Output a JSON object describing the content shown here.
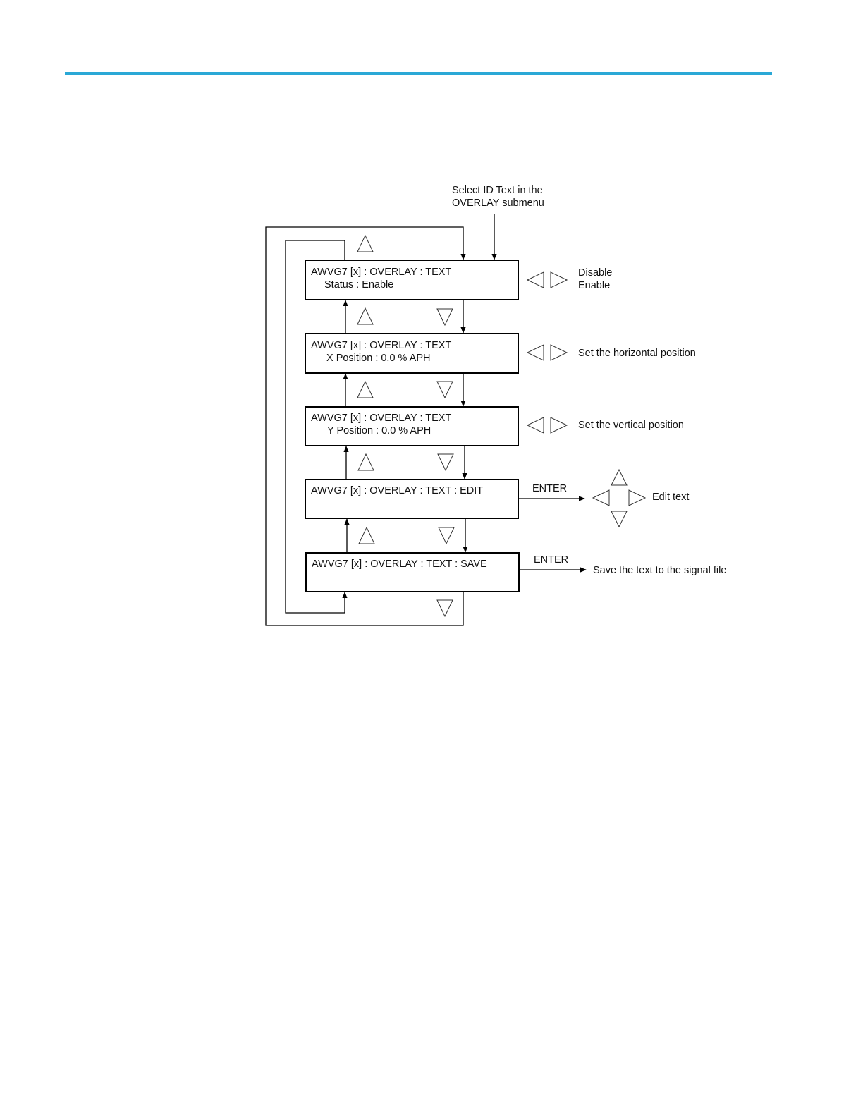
{
  "colors": {
    "rule": "#2aa8d6",
    "ink": "#000000"
  },
  "entry": {
    "line1": "Select ID Text in the",
    "line2": "OVERLAY submenu"
  },
  "screens": [
    {
      "line1": "AWVG7 [x] : OVERLAY : TEXT",
      "line2": "Status :  Enable"
    },
    {
      "line1": "AWVG7 [x] : OVERLAY : TEXT",
      "line2": "X Position : 0.0 % APH"
    },
    {
      "line1": "AWVG7 [x] : OVERLAY : TEXT",
      "line2": "Y Position : 0.0 % APH"
    },
    {
      "line1": "AWVG7 [x] : OVERLAY : TEXT : EDIT",
      "line2": "_"
    },
    {
      "line1": "AWVG7 [x] : OVERLAY : TEXT : SAVE",
      "line2": ""
    }
  ],
  "annotations": {
    "status_options": [
      "Disable",
      "Enable"
    ],
    "xpos": "Set the horizontal position",
    "ypos": "Set the vertical position",
    "edit_key": "ENTER",
    "edit": "Edit text",
    "save_key": "ENTER",
    "save": "Save the text to the signal file"
  },
  "icons": {
    "up": "up-triangle-icon",
    "down": "down-triangle-icon",
    "left": "left-triangle-icon",
    "right": "right-triangle-icon"
  }
}
